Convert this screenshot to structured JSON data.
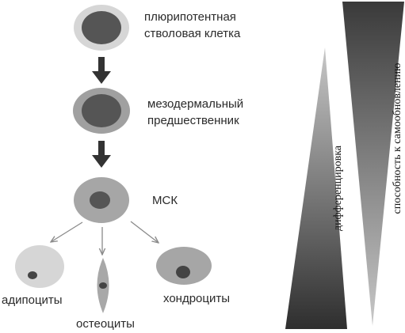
{
  "diagram": {
    "nodes": {
      "pluripotent": {
        "line1": "плюрипотентная",
        "line2": "стволовая клетка"
      },
      "mesoderm": {
        "line1": "мезодермальный",
        "line2": "предшественник"
      },
      "msc": {
        "label": "МСК"
      },
      "adipocytes": {
        "label": "адипоциты"
      },
      "osteocytes": {
        "label": "остеоциты"
      },
      "chondrocytes": {
        "label": "хондроциты"
      }
    },
    "gradients": {
      "differentiation": "дифференцировка",
      "self_renewal": "способность к самообновлению"
    },
    "colors": {
      "outer_light": "#d6d6d6",
      "outer_mid": "#9c9c9c",
      "nucleus": "#555555",
      "arrow": "#333333",
      "thin_arrow": "#8a8a8a"
    }
  }
}
